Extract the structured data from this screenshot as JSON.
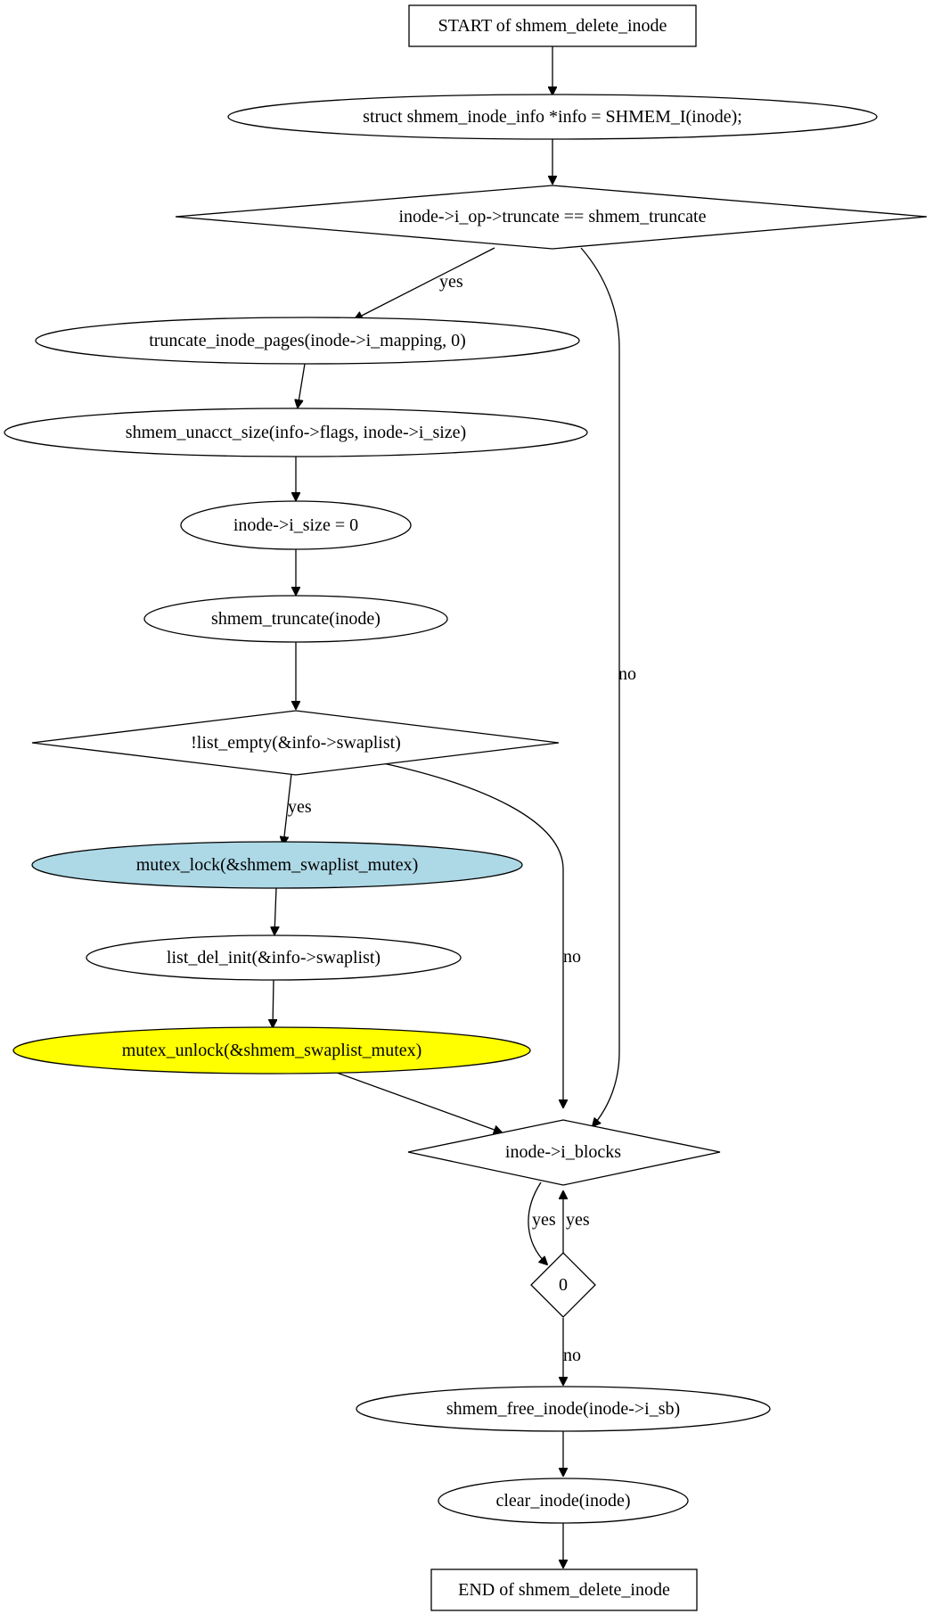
{
  "nodes": {
    "start": {
      "label": "START of shmem_delete_inode"
    },
    "info": {
      "label": "struct shmem_inode_info *info = SHMEM_I(inode);"
    },
    "cond_truncate": {
      "label": "inode->i_op->truncate == shmem_truncate"
    },
    "truncate_pages": {
      "label": "truncate_inode_pages(inode->i_mapping, 0)"
    },
    "unacct": {
      "label": "shmem_unacct_size(info->flags, inode->i_size)"
    },
    "isize": {
      "label": "inode->i_size = 0"
    },
    "shmem_truncate": {
      "label": "shmem_truncate(inode)"
    },
    "cond_swaplist": {
      "label": "!list_empty(&info->swaplist)"
    },
    "mutex_lock": {
      "label": "mutex_lock(&shmem_swaplist_mutex)",
      "fill": "#add8e6"
    },
    "list_del": {
      "label": "list_del_init(&info->swaplist)"
    },
    "mutex_unlock": {
      "label": "mutex_unlock(&shmem_swaplist_mutex)",
      "fill": "#ffff00"
    },
    "cond_blocks": {
      "label": "inode->i_blocks"
    },
    "cond_zero": {
      "label": "0"
    },
    "free_inode": {
      "label": "shmem_free_inode(inode->i_sb)"
    },
    "clear_inode": {
      "label": "clear_inode(inode)"
    },
    "end": {
      "label": "END of shmem_delete_inode"
    }
  },
  "edges": {
    "truncate_yes": "yes",
    "truncate_no": "no",
    "swaplist_yes": "yes",
    "swaplist_no": "no",
    "blocks_yes": "yes",
    "zero_yes": "yes",
    "zero_no": "no"
  }
}
